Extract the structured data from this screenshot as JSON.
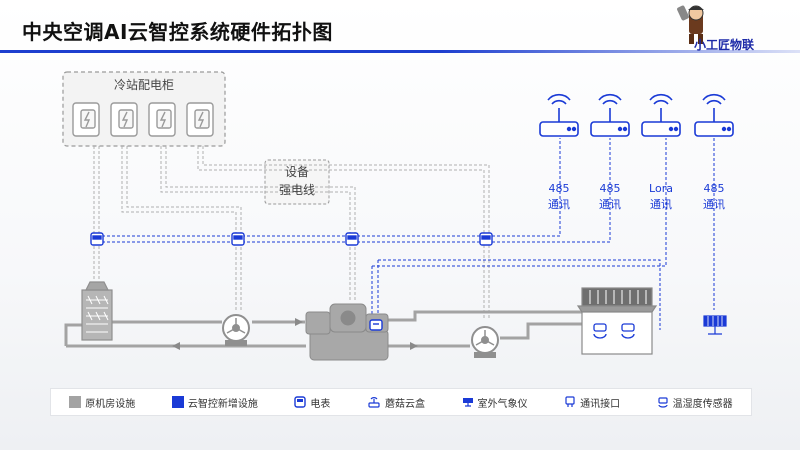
{
  "title": "中央空调AI云智控系统硬件拓扑图",
  "logo_text": "小工匠物联",
  "cabinet_label": "冷站配电柜",
  "power_line_label": [
    "设备",
    "强电线"
  ],
  "comm_labels": [
    {
      "proto": "485",
      "word": "通讯"
    },
    {
      "proto": "485",
      "word": "通讯"
    },
    {
      "proto": "Lora",
      "word": "通讯"
    },
    {
      "proto": "485",
      "word": "通讯"
    }
  ],
  "legend": [
    {
      "icon": "gray-square-icon",
      "label": "原机房设施"
    },
    {
      "icon": "blue-square-icon",
      "label": "云智控新增设施"
    },
    {
      "icon": "meter-icon",
      "label": "电表"
    },
    {
      "icon": "gateway-icon",
      "label": "蘑菇云盒"
    },
    {
      "icon": "weather-icon",
      "label": "室外气象仪"
    },
    {
      "icon": "port-icon",
      "label": "通讯接口"
    },
    {
      "icon": "sensor-icon",
      "label": "温湿度传感器"
    }
  ],
  "colors": {
    "gray": "#a3a3a3",
    "blue": "#1a3ad6",
    "dashed": "#9a9a9a"
  }
}
